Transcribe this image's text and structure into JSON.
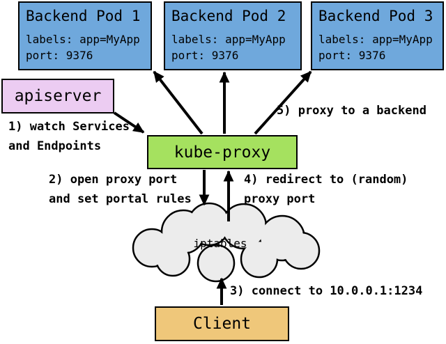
{
  "diagram": {
    "title_hint": "kube-proxy userspace proxy overview",
    "colors": {
      "pod_fill": "#6fa8dc",
      "apiserver_fill": "#ecccf2",
      "kube_proxy_fill": "#a5e15f",
      "client_fill": "#efc77a",
      "cloud_fill": "#ececec",
      "stroke": "#000000",
      "background": "#ffffff"
    },
    "pods": [
      {
        "title": "Backend Pod 1",
        "labels_line": "labels: app=MyApp",
        "port_line": "port: 9376"
      },
      {
        "title": "Backend Pod 2",
        "labels_line": "labels: app=MyApp",
        "port_line": "port: 9376"
      },
      {
        "title": "Backend Pod 3",
        "labels_line": "labels: app=MyApp",
        "port_line": "port: 9376"
      }
    ],
    "nodes": {
      "apiserver": "apiserver",
      "kube_proxy": "kube-proxy",
      "iptables": "iptables",
      "client": "Client"
    },
    "annotations": {
      "step1_line1": "1) watch Services",
      "step1_line2": "and Endpoints",
      "step2_line1": "2) open proxy port",
      "step2_line2": "and set portal rules",
      "step3": "3) connect to 10.0.0.1:1234",
      "step4_line1": "4) redirect to (random)",
      "step4_line2": "proxy port",
      "step5": "5) proxy to a backend"
    }
  }
}
